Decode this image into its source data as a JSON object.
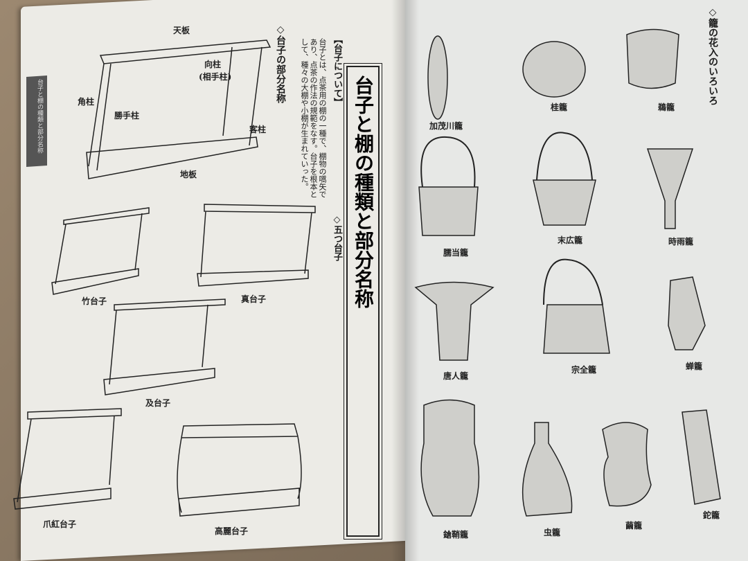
{
  "left_page": {
    "side_tab": "台子と棚の種類と部分名称",
    "title": "台子と棚の種類と部分名称",
    "about_heading": "【台子について】",
    "about_text": "台子とは、点茶用の棚の一種で、棚物の嚆矢であり、点茶の作法の規範をなす。台子を根本として、種々の大棚や小棚が生まれていった。",
    "parts_heading": "◇台子の部分名称",
    "parts": [
      "天板",
      "向柱",
      "(相手柱)",
      "角柱",
      "勝手柱",
      "客柱",
      "地板"
    ],
    "five_heading": "◇五つ台子",
    "daisu": [
      "竹台子",
      "真台子",
      "及台子",
      "爪紅台子",
      "高麗台子"
    ]
  },
  "right_page": {
    "heading": "◇籠の花入のいろいろ",
    "baskets": [
      "加茂川籠",
      "桂籠",
      "鵜籠",
      "臑当籠",
      "末広籠",
      "時雨籠",
      "唐人籠",
      "宗全籠",
      "蝉籠",
      "鎗鞘籠",
      "虫籠",
      "繭籠",
      "鉈籠"
    ]
  }
}
